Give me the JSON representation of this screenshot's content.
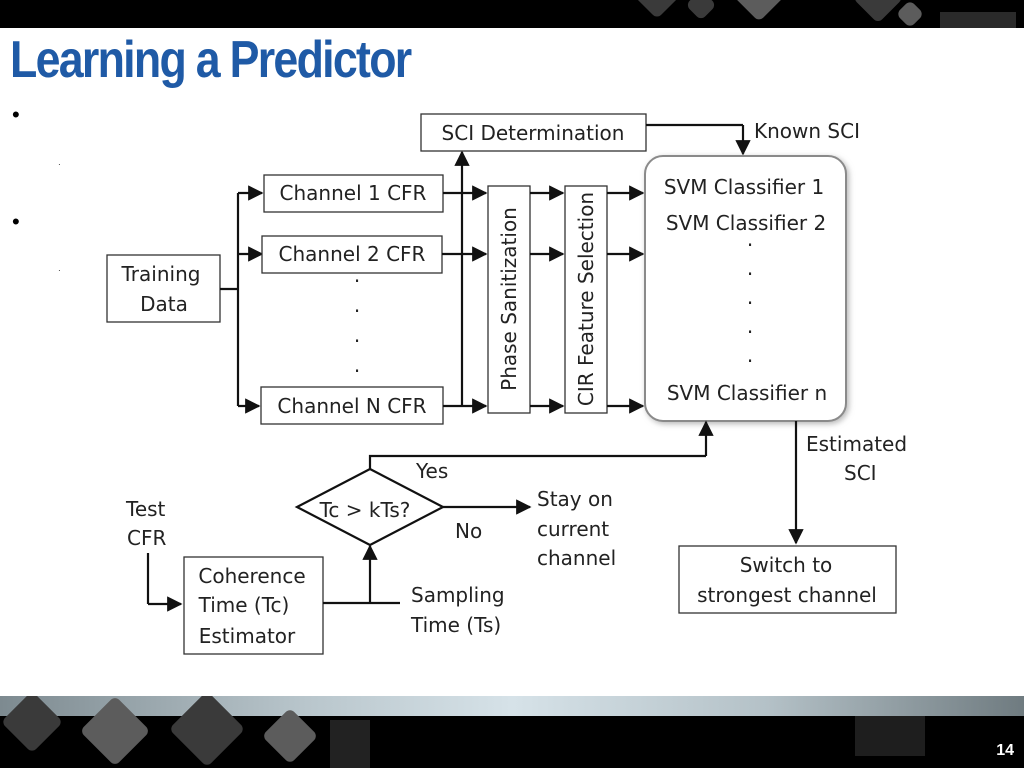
{
  "slide": {
    "title": "Learning a Predictor",
    "page_number": "14",
    "bullets": [
      "•",
      "•"
    ],
    "subbullets": [
      "·",
      "·"
    ]
  },
  "diagram": {
    "training_data": [
      "Training",
      "Data"
    ],
    "channels": [
      "Channel 1 CFR",
      "Channel 2 CFR",
      "Channel N CFR"
    ],
    "ellipsis": "·",
    "sci_determination": "SCI Determination",
    "known_sci": "Known SCI",
    "phase_sanitization": "Phase Sanitization",
    "cir_feature_selection": "CIR Feature Selection",
    "svm_classifiers": [
      "SVM Classifier 1",
      "SVM Classifier 2",
      "SVM Classifier n"
    ],
    "estimated_sci": [
      "Estimated",
      "SCI"
    ],
    "switch_box": [
      "Switch to",
      "strongest channel"
    ],
    "decision": "Tc > kTs?",
    "yes": "Yes",
    "no": "No",
    "stay": [
      "Stay on",
      "current",
      "channel"
    ],
    "test_cfr": [
      "Test",
      "CFR"
    ],
    "coherence": [
      "Coherence",
      "Time (Tc)",
      "Estimator"
    ],
    "sampling": [
      "Sampling",
      "Time (Ts)"
    ]
  }
}
